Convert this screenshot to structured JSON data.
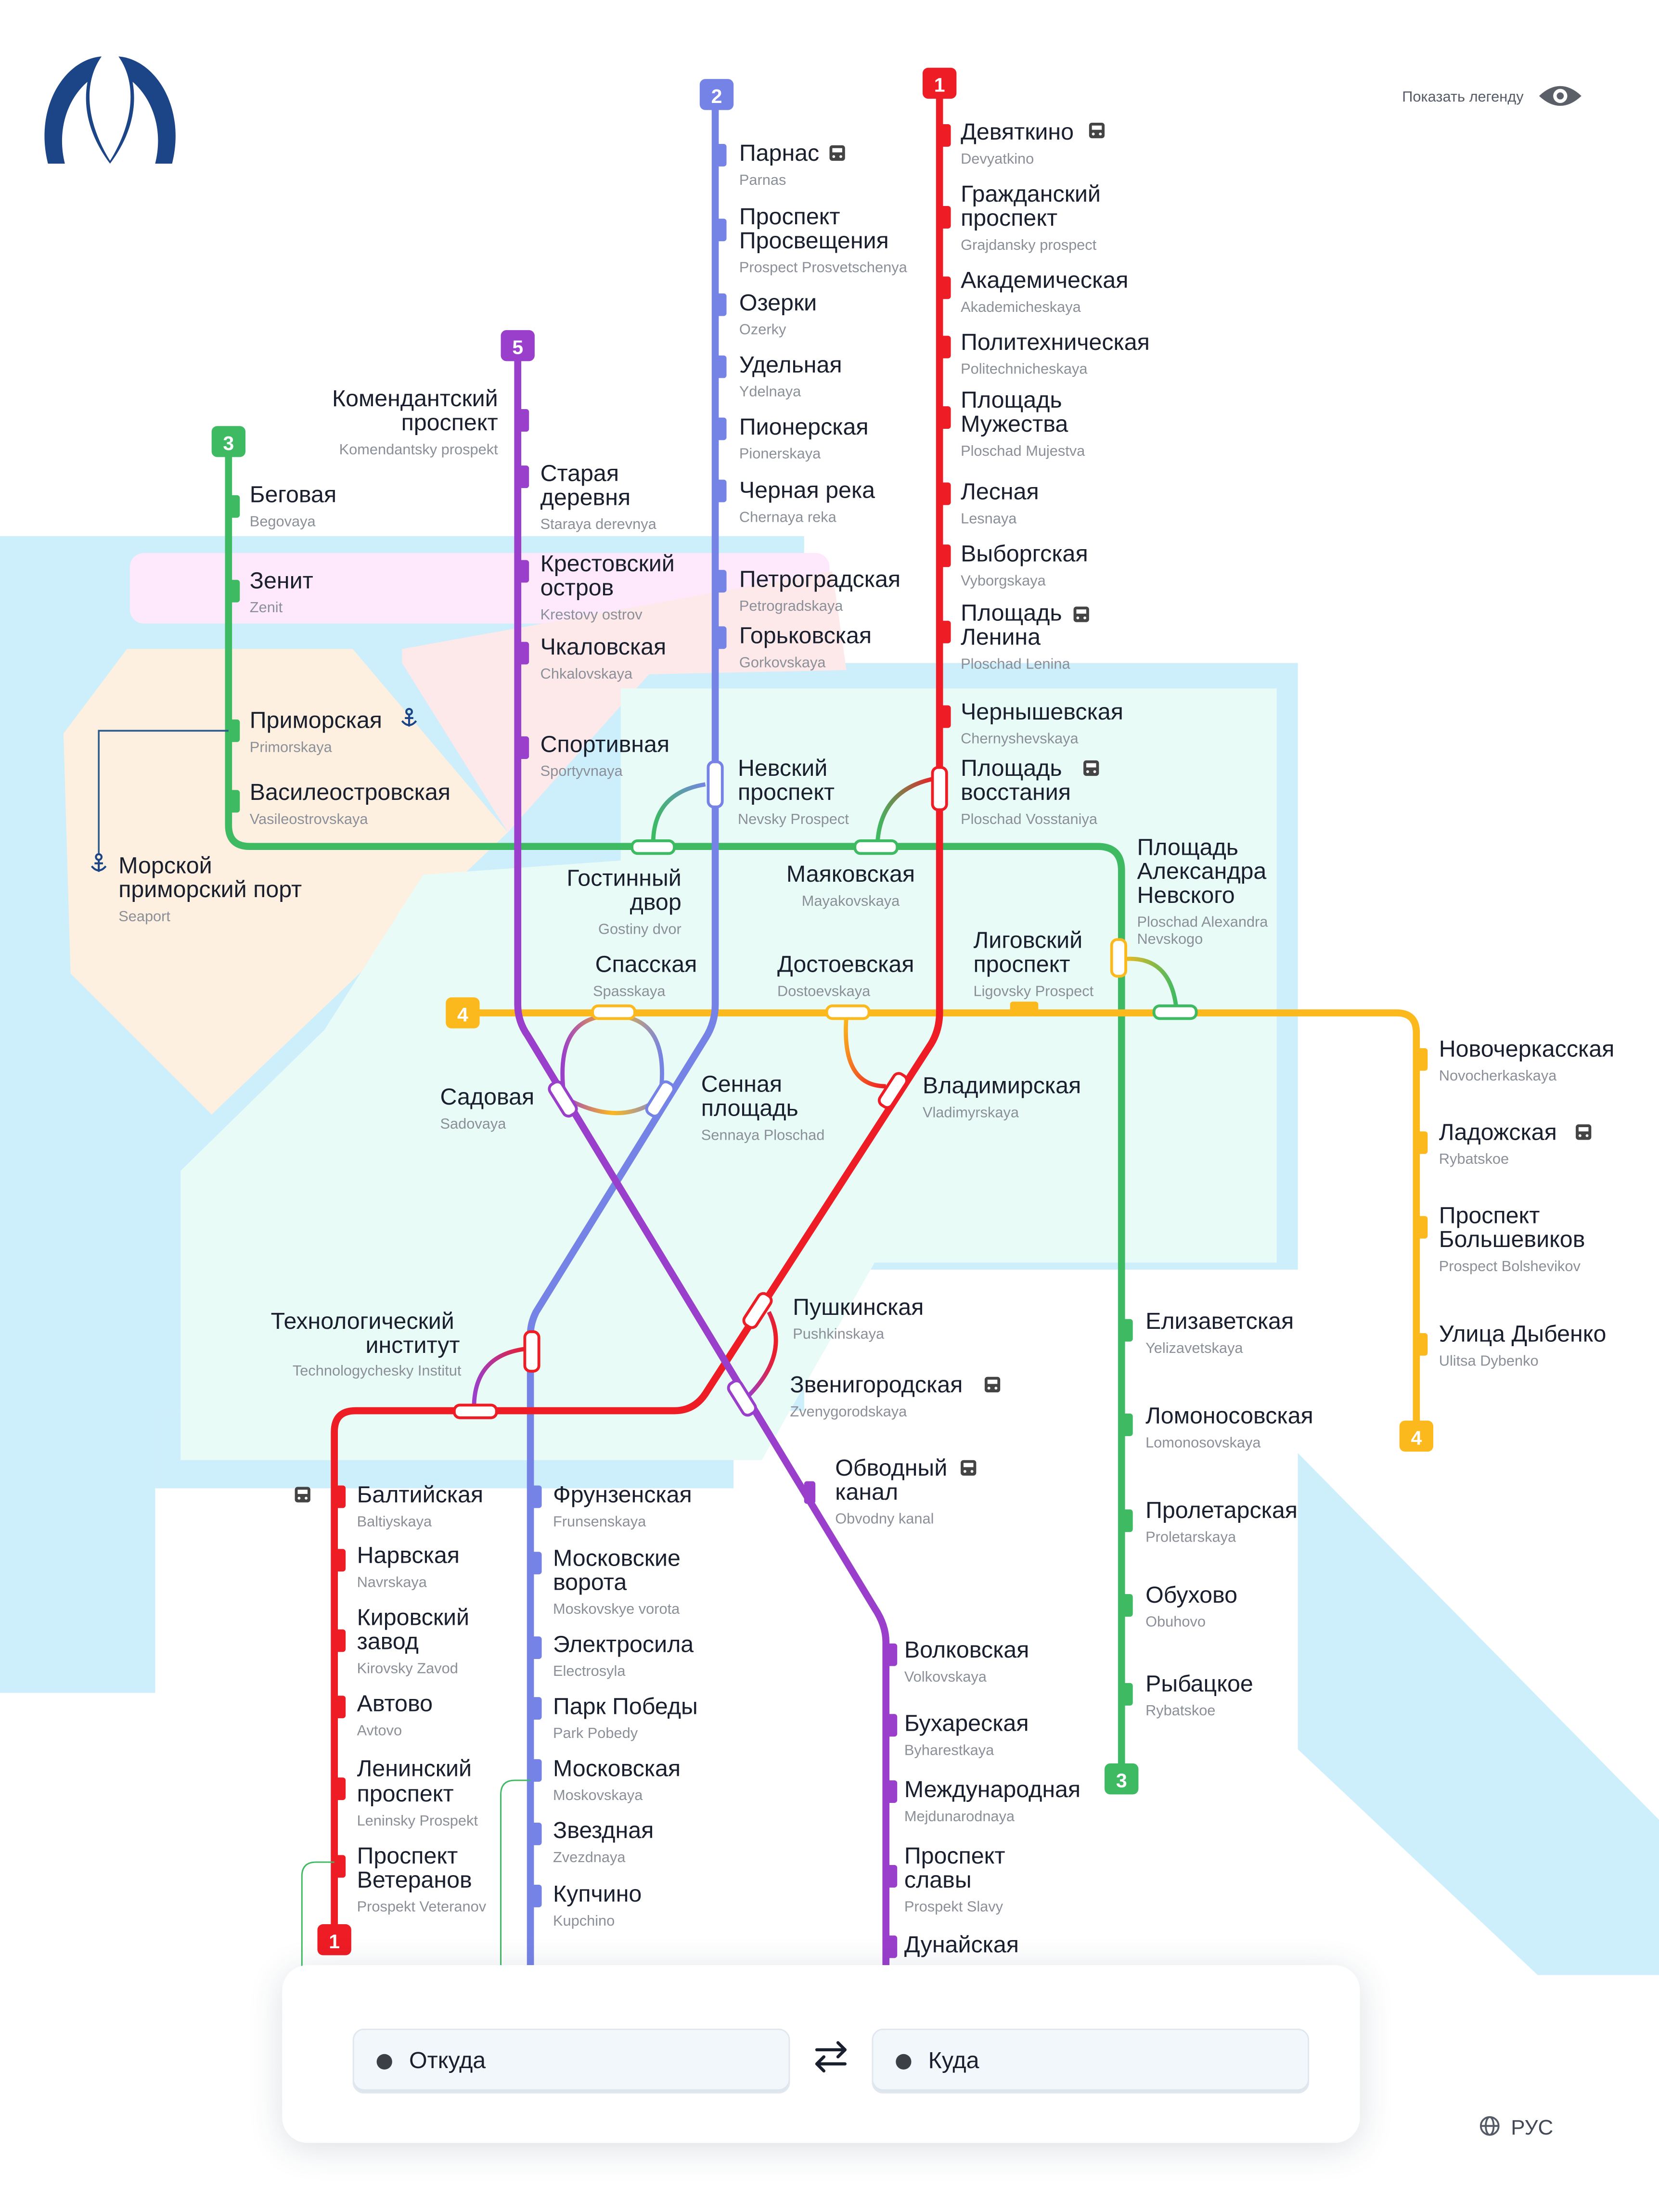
{
  "legend": {
    "show_label": "Показать легенду",
    "icon": "eye-icon"
  },
  "language": {
    "label": "РУС",
    "icon": "globe-icon"
  },
  "route": {
    "from_placeholder": "Откуда",
    "to_placeholder": "Куда",
    "swap_icon": "swap-arrows-icon"
  },
  "logo": {
    "icon": "metro-logo-icon",
    "color": "#1c4587"
  },
  "colors": {
    "line1": "#ee1c25",
    "line2": "#7683e6",
    "line3": "#3dba62",
    "line4": "#fbb91d",
    "line5": "#9a3fcc",
    "water": "#cdeefb",
    "center": "#e9fbf7"
  },
  "lines": [
    {
      "id": "1",
      "label": "1"
    },
    {
      "id": "2",
      "label": "2"
    },
    {
      "id": "3",
      "label": "3"
    },
    {
      "id": "4",
      "label": "4"
    },
    {
      "id": "5",
      "label": "5"
    }
  ],
  "stations": {
    "devyatkino": {
      "name": "Девяткино",
      "latin": "Devyatkino",
      "icon": "train-icon"
    },
    "grajdansky": {
      "name1": "Гражданский",
      "name2": "проспект",
      "latin": "Grajdansky prospect"
    },
    "akademich": {
      "name": "Академическая",
      "latin": "Akademicheskaya"
    },
    "politech": {
      "name": "Политехническая",
      "latin": "Politechnicheskaya"
    },
    "mujestva": {
      "name1": "Площадь",
      "name2": "Мужества",
      "latin": "Ploschad Mujestva"
    },
    "lesnaya": {
      "name": "Лесная",
      "latin": "Lesnaya"
    },
    "vyborgskaya": {
      "name": "Выборгская",
      "latin": "Vyborgskaya"
    },
    "lenina": {
      "name1": "Площадь",
      "name2": "Ленина",
      "latin": "Ploschad Lenina",
      "icon": "train-icon"
    },
    "chernysh": {
      "name": "Чернышевская",
      "latin": "Chernyshevskaya"
    },
    "vosstaniya": {
      "name1": "Площадь",
      "name2": "восстания",
      "latin": "Ploschad Vosstaniya",
      "icon": "train-icon"
    },
    "vladimir": {
      "name": "Владимирская",
      "latin": "Vladimyrskaya"
    },
    "pushkin": {
      "name": "Пушкинская",
      "latin": "Pushkinskaya"
    },
    "tehinst": {
      "name1": "Технологический",
      "name2": "институт",
      "latin": "Technologychesky Institut"
    },
    "baltiyskaya": {
      "name": "Балтийская",
      "latin": "Baltiyskaya",
      "icon": "train-icon"
    },
    "narvskaya": {
      "name": "Нарвская",
      "latin": "Navrskaya"
    },
    "kirovsky": {
      "name1": "Кировский",
      "name2": "завод",
      "latin": "Kirovsky Zavod"
    },
    "avtovo": {
      "name": "Автово",
      "latin": "Avtovo"
    },
    "leninsky": {
      "name1": "Ленинский",
      "name2": "проспект",
      "latin": "Leninsky Prospekt"
    },
    "veteranov": {
      "name1": "Проспект",
      "name2": "Ветеранов",
      "latin": "Prospekt Veteranov"
    },
    "parnas": {
      "name": "Парнас",
      "latin": "Parnas",
      "icon": "train-icon"
    },
    "prosvet": {
      "name1": "Проспект",
      "name2": "Просвещения",
      "latin": "Prospect Prosvetschenya"
    },
    "ozerki": {
      "name": "Озерки",
      "latin": "Ozerky"
    },
    "udelnaya": {
      "name": "Удельная",
      "latin": "Ydelnaya"
    },
    "pionerskaya": {
      "name": "Пионерская",
      "latin": "Pionerskaya"
    },
    "chernaya": {
      "name": "Черная река",
      "latin": "Chernaya reka"
    },
    "petrograd": {
      "name": "Петроградская",
      "latin": "Petrogradskaya"
    },
    "gorkovskaya": {
      "name": "Горьковская",
      "latin": "Gorkovskaya"
    },
    "nevsky": {
      "name1": "Невский",
      "name2": "проспект",
      "latin": "Nevsky Prospect"
    },
    "sennaya": {
      "name1": "Сенная",
      "name2": "площадь",
      "latin": "Sennaya Ploschad"
    },
    "frunzenskaya": {
      "name": "Фрунзенская",
      "latin": "Frunsenskaya"
    },
    "mosvorota": {
      "name1": "Московские",
      "name2": "ворота",
      "latin": "Moskovskye vorota"
    },
    "electrosila": {
      "name": "Электросила",
      "latin": "Electrosyla"
    },
    "parkpobedy": {
      "name": "Парк Победы",
      "latin": "Park Pobedy"
    },
    "moskovskaya": {
      "name": "Московская",
      "latin": "Moskovskaya"
    },
    "zvezdnaya": {
      "name": "Звездная",
      "latin": "Zvezdnaya"
    },
    "kupchino": {
      "name": "Купчино",
      "latin": "Kupchino"
    },
    "begovaya": {
      "name": "Беговая",
      "latin": "Begovaya"
    },
    "zenit": {
      "name": "Зенит",
      "latin": "Zenit"
    },
    "primorskaya": {
      "name": "Приморская",
      "latin": "Primorskaya",
      "icon": "anchor-icon"
    },
    "vasileo": {
      "name": "Василеостровская",
      "latin": "Vasileostrovskaya"
    },
    "seaport": {
      "name1": "Морской",
      "name2": "приморский порт",
      "latin": "Seaport",
      "icon": "anchor-icon"
    },
    "gostiny": {
      "name1": "Гостинный",
      "name2": "двор",
      "latin": "Gostiny dvor"
    },
    "mayak": {
      "name": "Маяковская",
      "latin": "Mayakovskaya"
    },
    "nevskogo": {
      "name1": "Площадь",
      "name2": "Александра",
      "name3": "Невского",
      "latin1": "Ploschad Alexandra",
      "latin2": "Nevskogo"
    },
    "elizavet": {
      "name": "Елизаветская",
      "latin": "Yelizavetskaya"
    },
    "lomonosov": {
      "name": "Ломоносовская",
      "latin": "Lomonosovskaya"
    },
    "proletar": {
      "name": "Пролетарская",
      "latin": "Proletarskaya"
    },
    "obuhovo": {
      "name": "Обухово",
      "latin": "Obuhovo"
    },
    "rybatskoe": {
      "name": "Рыбацкое",
      "latin": "Rybatskoe"
    },
    "spasskaya": {
      "name": "Спасская",
      "latin": "Spasskaya"
    },
    "dostoev": {
      "name": "Достоевская",
      "latin": "Dostoevskaya"
    },
    "ligovsky": {
      "name1": "Лиговский",
      "name2": "проспект",
      "latin": "Ligovsky Prospect"
    },
    "novocherk": {
      "name": "Новочеркасская",
      "latin": "Novocherkaskaya"
    },
    "ladojskaya": {
      "name": "Ладожская",
      "latin": "Rybatskoe",
      "icon": "train-icon"
    },
    "bolshevikov": {
      "name1": "Проспект",
      "name2": "Большевиков",
      "latin": "Prospect Bolshevikov"
    },
    "dybenko": {
      "name": "Улица Дыбенко",
      "latin": "Ulitsa Dybenko"
    },
    "komendant": {
      "name1": "Комендантский",
      "name2": "проспект",
      "latin": "Komendantsky prospekt"
    },
    "staraya": {
      "name1": "Старая",
      "name2": "деревня",
      "latin": "Staraya derevnya"
    },
    "krestovsky": {
      "name1": "Крестовский",
      "name2": "остров",
      "latin": "Krestovy ostrov"
    },
    "chkalov": {
      "name": "Чкаловская",
      "latin": "Chkalovskaya"
    },
    "sportivnaya": {
      "name": "Спортивная",
      "latin": "Sportyvnaya"
    },
    "sadovaya": {
      "name": "Садовая",
      "latin": "Sadovaya"
    },
    "zvenigorod": {
      "name": "Звенигородская",
      "latin": "Zvenygorodskaya",
      "icon": "train-icon"
    },
    "obvodny": {
      "name1": "Обводный",
      "name2": "канал",
      "latin": "Obvodny kanal",
      "icon": "train-icon"
    },
    "volkovskaya": {
      "name": "Волковская",
      "latin": "Volkovskaya"
    },
    "buharest": {
      "name": "Бухареская",
      "latin": "Byharestkaya"
    },
    "mejdunar": {
      "name": "Международная",
      "latin": "Mejdunarodnaya"
    },
    "slavy": {
      "name1": "Проспект",
      "name2": "славы",
      "latin": "Prospekt Slavy"
    },
    "dunayskaya": {
      "name": "Дунайская",
      "latin": ""
    }
  }
}
